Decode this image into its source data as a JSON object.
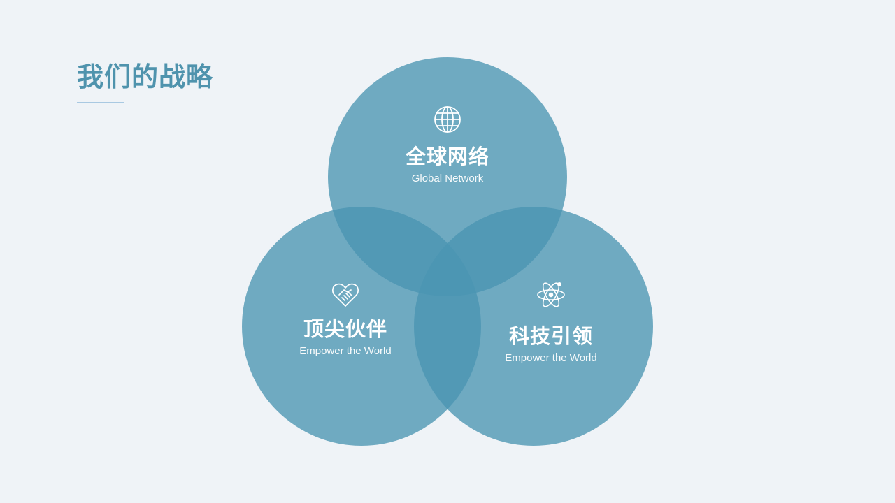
{
  "page": {
    "title": "我们的战略"
  },
  "colors": {
    "background": "#eff3f7",
    "title": "#4f93ad",
    "circle_fill": "#4a95b2",
    "text_on_circle": "#ffffff"
  },
  "venn": {
    "circles": [
      {
        "id": "top",
        "icon": "globe-icon",
        "title_cn": "全球网络",
        "subtitle_en": "Global Network"
      },
      {
        "id": "left",
        "icon": "handshake-heart-icon",
        "title_cn": "顶尖伙伴",
        "subtitle_en": "Empower the World"
      },
      {
        "id": "right",
        "icon": "atom-icon",
        "title_cn": "科技引领",
        "subtitle_en": "Empower the World"
      }
    ]
  }
}
